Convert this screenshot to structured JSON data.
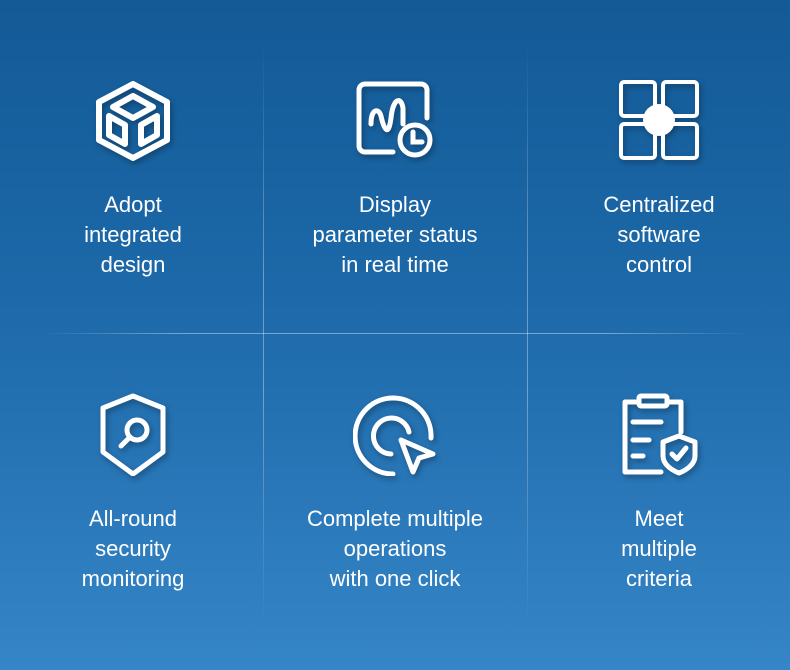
{
  "features": [
    {
      "icon": "cube-icon",
      "lines": [
        "Adopt",
        "integrated",
        "design"
      ]
    },
    {
      "icon": "waveform-clock-icon",
      "lines": [
        "Display",
        "parameter status",
        "in real time"
      ]
    },
    {
      "icon": "grid-control-icon",
      "lines": [
        "Centralized",
        "software",
        "control"
      ]
    },
    {
      "icon": "shield-search-icon",
      "lines": [
        "All-round",
        "security",
        "monitoring"
      ]
    },
    {
      "icon": "click-cursor-icon",
      "lines": [
        "Complete multiple",
        "operations",
        "with one click"
      ]
    },
    {
      "icon": "clipboard-shield-icon",
      "lines": [
        "Meet",
        "multiple",
        "criteria"
      ]
    }
  ],
  "colors": {
    "bg_top": "#135a97",
    "bg_bottom": "#3586c7",
    "foreground": "#ffffff"
  }
}
